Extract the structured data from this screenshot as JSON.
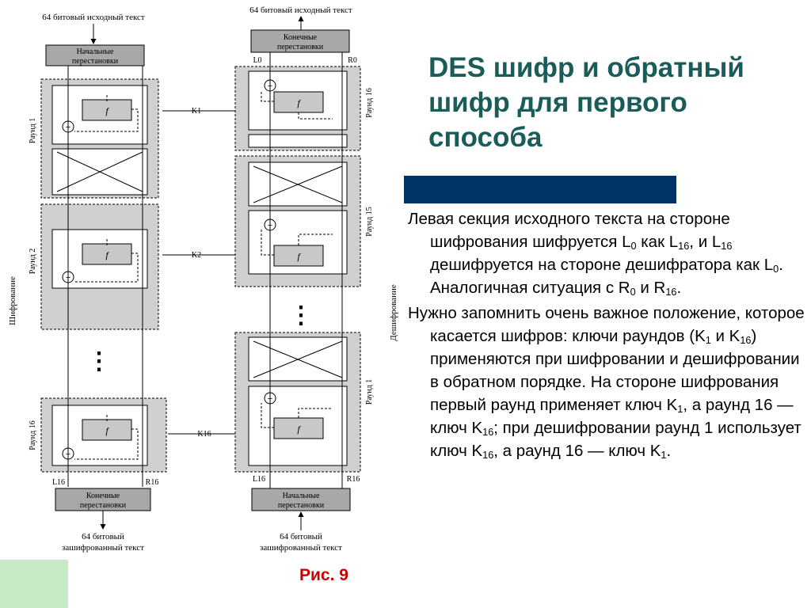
{
  "slide": {
    "title": "DES шифр и обратный шифр для первого способа",
    "figure_caption": "Рис. 9",
    "paragraphs": [
      [
        {
          "t": "Левая секция исходного текста на стороне шифрования шифруется L"
        },
        {
          "sub": "0"
        },
        {
          "t": " как L"
        },
        {
          "sub": "16"
        },
        {
          "t": ", и L"
        },
        {
          "sub": "16"
        },
        {
          "t": " дешифруется на стороне дешифратора как L"
        },
        {
          "sub": "0"
        },
        {
          "t": ". Аналогичная ситуация с R"
        },
        {
          "sub": "0"
        },
        {
          "t": " и R"
        },
        {
          "sub": "16"
        },
        {
          "t": "."
        }
      ],
      [
        {
          "t": "Нужно запомнить очень важное положение, которое касается шифров: ключи раундов (K"
        },
        {
          "sub": "1"
        },
        {
          "t": " и K"
        },
        {
          "sub": "16"
        },
        {
          "t": ") применяются при шифровании и дешифровании в обратном порядке. На стороне шифрования первый раунд применяет ключ K"
        },
        {
          "sub": "1"
        },
        {
          "t": ", а раунд 16 — ключ K"
        },
        {
          "sub": "16"
        },
        {
          "t": "; при дешифровании раунд 1 использует ключ K"
        },
        {
          "sub": "16"
        },
        {
          "t": ", а раунд 16 — ключ K"
        },
        {
          "sub": "1"
        },
        {
          "t": "."
        }
      ]
    ]
  },
  "diagram": {
    "enc": {
      "input_label": "64 битовый исходный текст",
      "ip_box": [
        "Начальные",
        "перестановки"
      ],
      "section_label": "Шифрование",
      "rounds": [
        "Раунд 1",
        "Раунд 2",
        "Раунд 16"
      ],
      "keys": [
        "K1",
        "K2",
        "K16"
      ],
      "out_l": "L16",
      "out_r": "R16",
      "fp_box": [
        "Конечные",
        "перестановки"
      ],
      "output_label": [
        "64 битовый",
        "зашифрованный текст"
      ]
    },
    "dec": {
      "top_label": "64 битовый исходный текст",
      "fp_box": [
        "Конечные",
        "перестановки"
      ],
      "l0": "L0",
      "r0": "R0",
      "section_label": "Дешифрование",
      "rounds": [
        "Раунд 16",
        "Раунд 15",
        "Раунд 1"
      ],
      "bottom_l": "L16",
      "bottom_r": "R16",
      "ip_box": [
        "Начальные",
        "перестановки"
      ],
      "bottom_label": [
        "64 битовый",
        "зашифрованный текст"
      ]
    },
    "f_label": "f",
    "ellipsis": "⋮",
    "xor_symbol": "+"
  }
}
